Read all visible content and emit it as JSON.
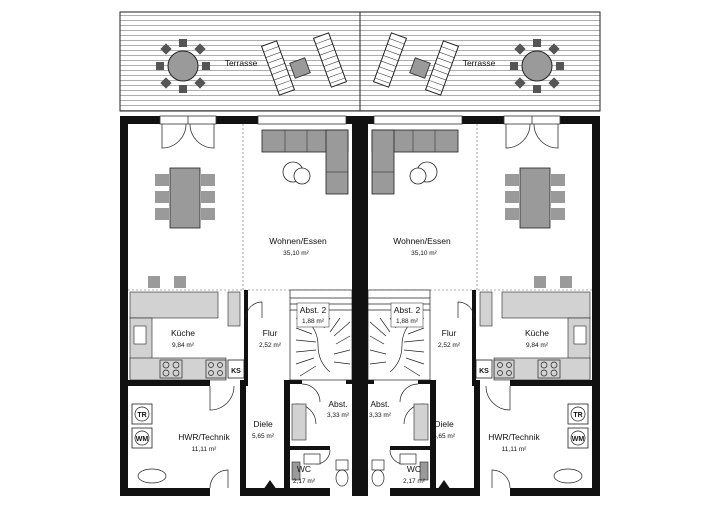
{
  "rooms": {
    "terrace_left": "Terrasse",
    "terrace_right": "Terrasse",
    "living_left": {
      "name": "Wohnen/Essen",
      "area": "35,10 m²"
    },
    "living_right": {
      "name": "Wohnen/Essen",
      "area": "35,10 m²"
    },
    "kitchen_left": {
      "name": "Küche",
      "area": "9,84 m²"
    },
    "kitchen_right": {
      "name": "Küche",
      "area": "9,84 m²"
    },
    "hall_left": {
      "name": "Flur",
      "area": "2,52 m²"
    },
    "hall_right": {
      "name": "Flur",
      "area": "2,52 m²"
    },
    "storage2_left": {
      "name": "Abst. 2",
      "area": "1,88 m²"
    },
    "storage2_right": {
      "name": "Abst. 2",
      "area": "1,88 m²"
    },
    "storage_left": {
      "name": "Abst.",
      "area": "3,33 m²"
    },
    "storage_right": {
      "name": "Abst.",
      "area": "3,33 m²"
    },
    "utility_left": {
      "name": "HWR/Technik",
      "area": "11,11 m²"
    },
    "utility_right": {
      "name": "HWR/Technik",
      "area": "11,11 m²"
    },
    "entry_left": {
      "name": "Diele",
      "area": "5,65 m²"
    },
    "entry_right": {
      "name": "Diele",
      "area": "5,65 m²"
    },
    "wc_left": {
      "name": "WC",
      "area": "2,17 m²"
    },
    "wc_right": {
      "name": "WC",
      "area": "2,17 m²"
    }
  },
  "appliances": {
    "fridge_left": "KS",
    "fridge_right": "KS",
    "dryer_left": "TR",
    "washer_left": "WM",
    "dryer_right": "TR",
    "washer_right": "WM"
  },
  "colors": {
    "wall": "#111111",
    "fixture_gray": "#9a9a9a",
    "fixture_light": "#d2d2d2",
    "deck_line": "#555555"
  }
}
